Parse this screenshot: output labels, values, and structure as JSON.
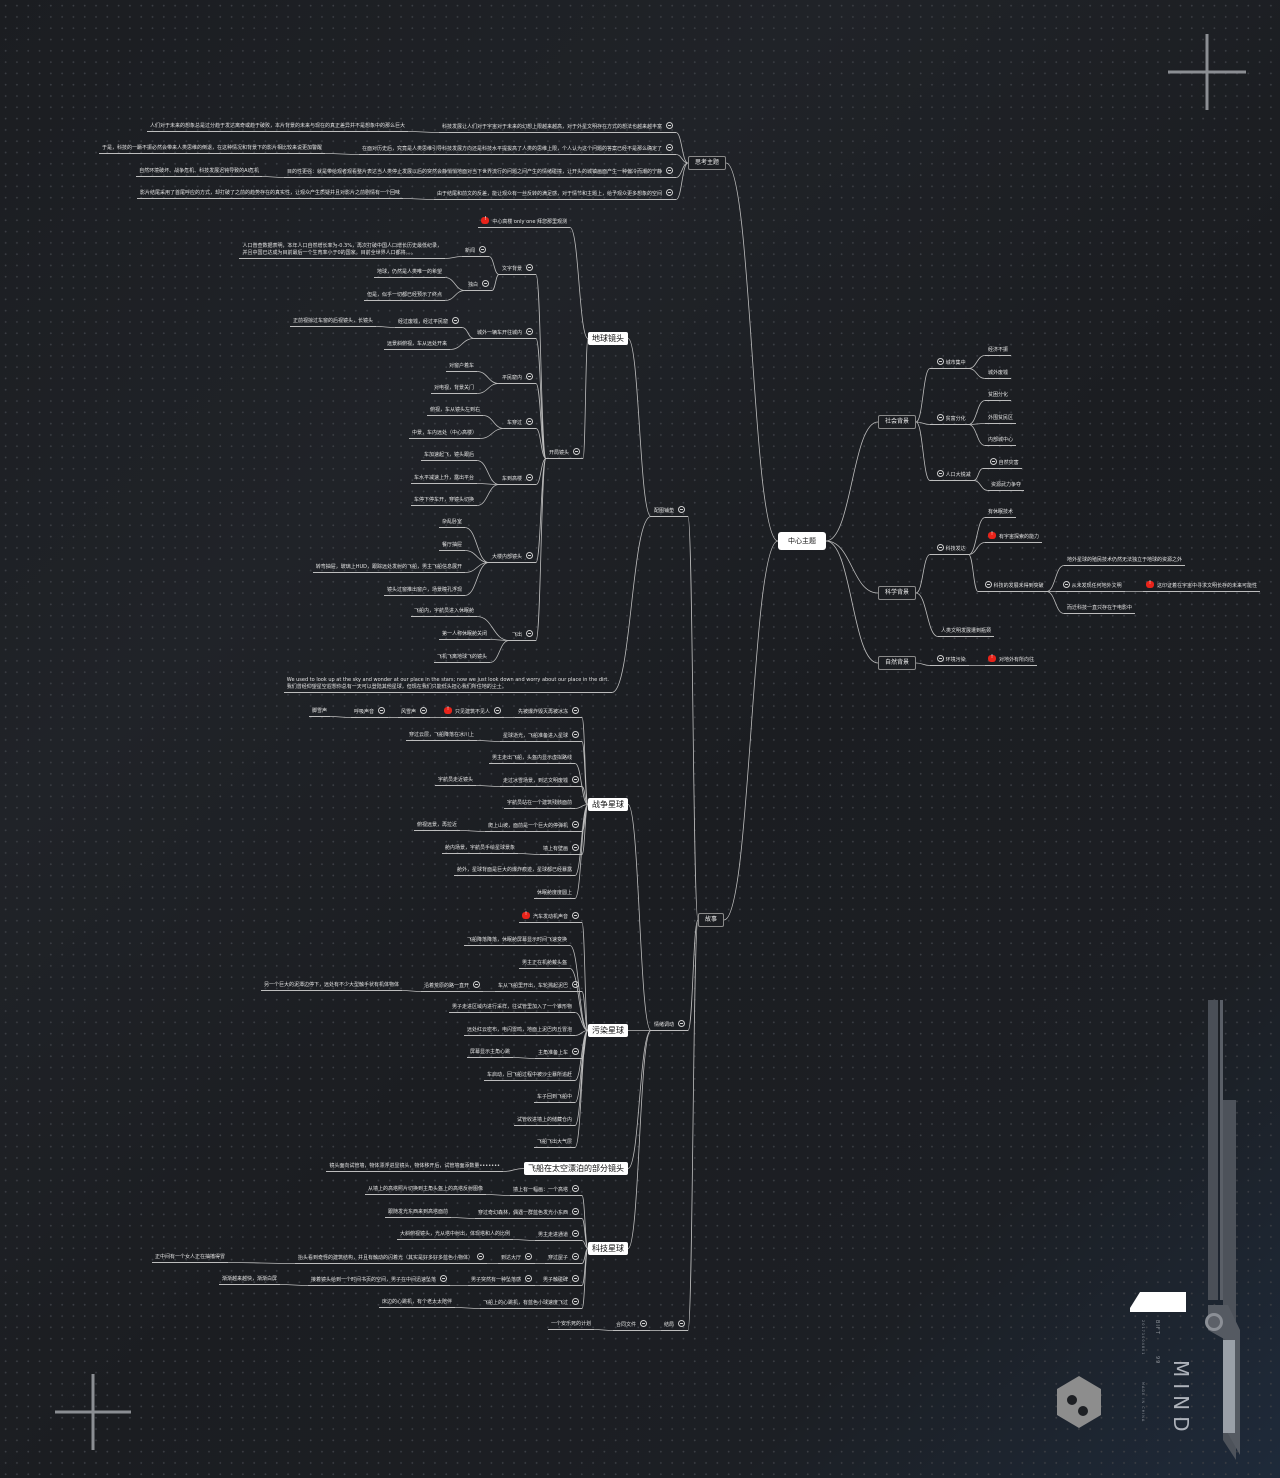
{
  "center": "中心主题",
  "think": {
    "label": "思考主题",
    "rows": [
      {
        "a": "科技发展让人们对于宇宙对于未来的幻想上限越来越高，对于外星文明存在方式的想法也越来越丰富",
        "b": "人们对于未来的想象总是过分趋于发达离奇或趋于破败，本片背景的未来与现在的真正差异并不是想象中的那么巨大"
      },
      {
        "a": "在面对历史后，究竟是人类思维引导科技发展方向还是科技水平提拔高了人类的思维上限，个人认为这个问题的答案已经不是那么确定了",
        "b": "于是，科技的一蹶不振必然会带来人类思维的倒退，在这种情况和背景下的影片相比较来说更加警醒"
      },
      {
        "a": "目的性更强：就是带给观者观看整片表达当人类停止发展以后的突然会静悄悄地面对当下世界流行的问题之间产生的情绪碰撞，让开头的城镇画面产生一种偏冷而潮的宁静",
        "b": "自然环境破坏、战争危机、科技发展迟钝导致的AI危机"
      },
      {
        "a": "由于结尾和前文的反差，能让观众有一丝反转的满足感，对于情节和主题上，给予观众更多想象的空间",
        "b": "影片结尾采用了首尾呼应的方式，却打破了之前的趋势存在的真实性，让观众产生质疑并且对影片之前剧情有一个回味"
      }
    ]
  },
  "social": {
    "label": "社会背景",
    "city": "城市集中",
    "city_items": [
      "经济不振",
      "城外废墟"
    ],
    "wealth": "贫富分化",
    "wealth_items": [
      "贫困分化",
      "外围贫民区",
      "内部城中心"
    ],
    "pop": "人口大锐减",
    "pop_items": [
      "自然灾害",
      "资源武力争夺"
    ]
  },
  "science": {
    "label": "科学背景",
    "tech": "科技发达",
    "tech_items": [
      "有休眠技术",
      "有宇宙探索的能力"
    ],
    "nobreak": "科技的发展未得到突破",
    "nobreak_items": [
      "地外星球的殖民技术仍然无法独立于地球的资源之外",
      "从未发现任何地外文明",
      "而迁科技一直只存在于电影中"
    ],
    "confirm": "这印证着在宇宙中寻求文明长存的未来可能性",
    "bottleneck": "人类文明发展遭到瓶颈"
  },
  "nature": {
    "label": "自然背景",
    "pollution": "环境污染",
    "longing": "对地外有所向往"
  },
  "story": {
    "label": "故事",
    "setup": {
      "label": "配图铺垫",
      "earth": "地球镜头",
      "tower": "中心高楼 only one 拜您那里观测",
      "opening": "开局镜头",
      "text_bg": "文字背景",
      "news": "新闻",
      "news_text": "人口普查数据表明，本年人口自然增长率为-0.3%，再次打破中国人口增长历史最低纪录，\n并且中国已达成为目前最后一个生育率小于0的国家。目前全世界人口都将。。。",
      "mono": "独白",
      "mono_items": [
        "地球，仍然是人类唯一的希望",
        "但是，似乎一切都已经预示了终点"
      ],
      "car_in": "城外一辆车开往城内",
      "car_in_a": "经过废墟，经过平民窟",
      "car_in_a2": "正前视掠过车窗的后视镜头，长镜头",
      "car_in_b": "远景斜俯视，车从远处开来",
      "slum": "平民窟内",
      "slum_items": [
        "对窗户着车",
        "对电视，背景关门"
      ],
      "pass": "车穿过",
      "pass_items": [
        "俯视，车从镜头左到右",
        "中景，车内远处（中心高楼）"
      ],
      "tower_arr": "车到高楼",
      "tower_items": [
        "车加速起飞，镜头跟后",
        "车水平减速上升，露出平台",
        "车停下停车开，穿镜头切换"
      ],
      "inside": "大楼内部镜头",
      "inside_items": [
        "杂乱卧室",
        "餐厅抽屉",
        "转弯抽屉，玻璃上HUD，跟踪远处发射的飞船，男主飞船信息展开",
        "镜头过窗推出窗户，场景瞳孔浮现"
      ],
      "fly": "飞出",
      "fly_items": [
        "飞船内，宇航员进入休眠舱",
        "第一人称休眠舱关闭",
        "飞机飞离地球飞的镜头"
      ],
      "quote": "We used to look up at the sky and wonder at our place in the stars; now we just look down and worry about our place in the dirt.\n我们曾经仰望星空遐想你总有一天可以登陆其他星球，但现在我们只能低头担心我们所住地的尘土。"
    },
    "emotion": {
      "label": "情绪调动",
      "war": {
        "label": "战争星球",
        "r1": [
          "先被爆炸毁灭再被冰冻",
          "只见建筑不见人",
          "风雪声",
          "呼吸声音",
          "脚雪声"
        ],
        "r2": [
          "星球逝光，飞船准备进入星球",
          "穿过云层，飞船降落在冰川上"
        ],
        "r3": "男主走出飞船，头盔内显示虚拟路线",
        "r4": [
          "走过冰雪场景，到达文明废墟",
          "宇航员走近镜头"
        ],
        "r5": "宇航员站在一个建筑残骸面前",
        "r6": [
          "爬上山坡，面前是一个巨大的停弹机",
          "俯视远景，再拉近"
        ],
        "r7": [
          "墙上有壁画",
          "舱内场景，宇航员手绘星球景象"
        ],
        "r8": "舱外，星球背面是巨大的爆炸痕迹，星球都已经暴露",
        "r9": "休眠舱度度圆上"
      },
      "poll": {
        "label": "污染星球",
        "r1": "汽车发动机声音",
        "r2": "飞船降落降落，休眠舱屏幕显示时间飞速变换",
        "r3": "男主正在机舱戴头盔",
        "r4": [
          "车从飞船里开出，车轮溅起泥巴",
          "沿着荒原的路一直开",
          "另一个巨大的泥潭边停下，远处有不少大型触手状有机体物体"
        ],
        "r5": "男子走进区域内进行采样，往试管里加入了一个锥形物",
        "r6": "远处红云密布，电闪雷鸣，地面上泥巴肉丘冒泡",
        "r7": [
          "主角准备上车",
          "屏幕显示主角心跳"
        ],
        "r8": "车启动，回飞船过程中被沙尘暴所追赶",
        "r9": "车子回到飞船中",
        "r10": "试管收进墙上的储藏仓内",
        "r11": "飞船飞出大气层"
      },
      "drift": {
        "label": "飞船在太空漂泊的部分镜头",
        "text": "镜头面向试管墙，物体漂浮进显镜头，物体移开后，试管墙面添数量•••••••"
      },
      "techp": {
        "label": "科技星球",
        "r1": [
          "墙上有一幅画：一个高塔",
          "从墙上的高塔照片切换到主角头盔上的高塔反射图像"
        ],
        "r2": [
          "穿过奇幻森林，偶遇一群蓝色发光小东西",
          "跟随发光东西来到高塔面前"
        ],
        "r3": [
          "男主走进通道",
          "大斜俯视镜头，光从塔中射出，体现塔和人的比例"
        ],
        "r4": [
          "穿过屋子",
          "到达大厅",
          "抬头看到奇怪的建筑结构，并且有触动的闪着光（其实是好多好多蓝色小物体）",
          "正中间有一个女人正在抽搐得冒"
        ],
        "r5": [
          "男子触碰碑",
          "男子突然有一种坠落感",
          "接着镜头给到一个时间书页的空间，男子在中间迅速坠落",
          "渐渐越来越快，渐渐白屏"
        ],
        "r6": [
          "飞船上的心跳机，有蓝色小球速度飞过",
          "床边的心跳机，有个老太太陪伴"
        ]
      }
    },
    "ending": {
      "label": "结局",
      "contract": "合同文件",
      "plan": "一个安乐死的计划"
    }
  },
  "brand": {
    "title": "MIND",
    "code": "BIFT",
    "num": "99",
    "serial": "20171004801",
    "made": "MADE IN CHINA"
  },
  "colors": {
    "background": "#1d1f23",
    "alert": "#e8231a",
    "line": "#bdbdbd"
  }
}
